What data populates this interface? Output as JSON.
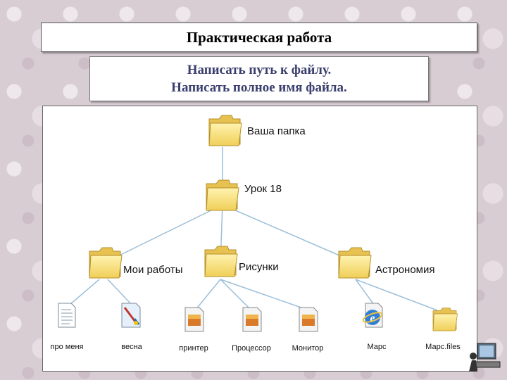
{
  "title": "Практическая работа",
  "task": {
    "line1": "Написать путь к файлу.",
    "line2": "Написать полное имя файла."
  },
  "tree": {
    "root": {
      "label": "Ваша папка",
      "icon": "folder-icon"
    },
    "level1": {
      "label": "Урок 18",
      "icon": "folder-icon"
    },
    "folders": [
      {
        "label": "Мои работы",
        "icon": "folder-icon"
      },
      {
        "label": "Рисунки",
        "icon": "folder-icon"
      },
      {
        "label": "Астрономия",
        "icon": "folder-icon"
      }
    ],
    "files": [
      {
        "label": "про меня",
        "icon": "text-document-icon"
      },
      {
        "label": "весна",
        "icon": "paint-document-icon"
      },
      {
        "label": "принтер",
        "icon": "image-document-icon"
      },
      {
        "label": "Процессор",
        "icon": "image-document-icon"
      },
      {
        "label": "Монитор",
        "icon": "image-document-icon"
      },
      {
        "label": "Марс",
        "icon": "internet-explorer-icon"
      },
      {
        "label": "Марс.files",
        "icon": "folder-icon"
      }
    ]
  }
}
